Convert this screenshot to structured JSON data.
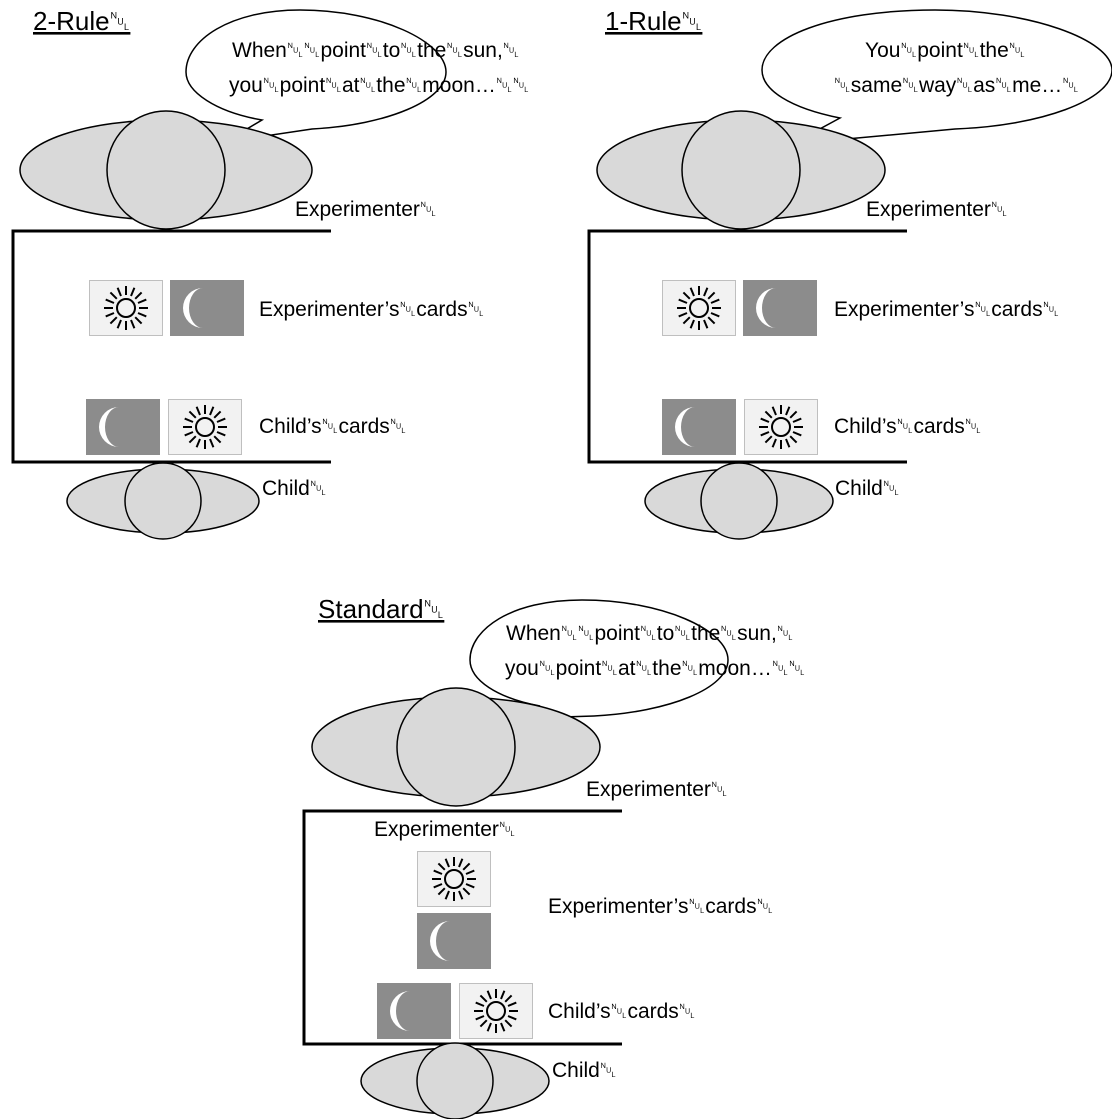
{
  "colors": {
    "figure_fill": "#d9d9d9",
    "stroke": "#000000",
    "card_light": "#f2f2f2",
    "card_dark": "#8c8c8c",
    "moon": "#ffffff"
  },
  "panels": {
    "two_rule": {
      "title": "2-Rule␀",
      "speech_line1": "When␀␀point␀to␀the␀sun,␀",
      "speech_line2": "you␀point␀at␀the␀moon…␀␀",
      "experimenter_label": "Experimenter␀",
      "experimenter_cards_label": "Experimenter’s␀cards␀",
      "child_cards_label": "Child’s␀cards␀",
      "child_label": "Child␀"
    },
    "one_rule": {
      "title": "1-Rule␀",
      "speech_line1": "You␀point␀the␀",
      "speech_line2": "␀same␀way␀as␀me…␀",
      "experimenter_label": "Experimenter␀",
      "experimenter_cards_label": "Experimenter’s␀cards␀",
      "child_cards_label": "Child’s␀cards␀",
      "child_label": "Child␀"
    },
    "standard": {
      "title": "Standard␀",
      "speech_line1": "When␀␀point␀to␀the␀sun,␀",
      "speech_line2": "you␀point␀at␀the␀moon…␀␀",
      "experimenter_label": "Experimenter␀",
      "table_top_label": "Experimenter␀",
      "experimenter_cards_label": "Experimenter’s␀cards␀",
      "child_cards_label": "Child’s␀cards␀",
      "child_label": "Child␀"
    }
  }
}
